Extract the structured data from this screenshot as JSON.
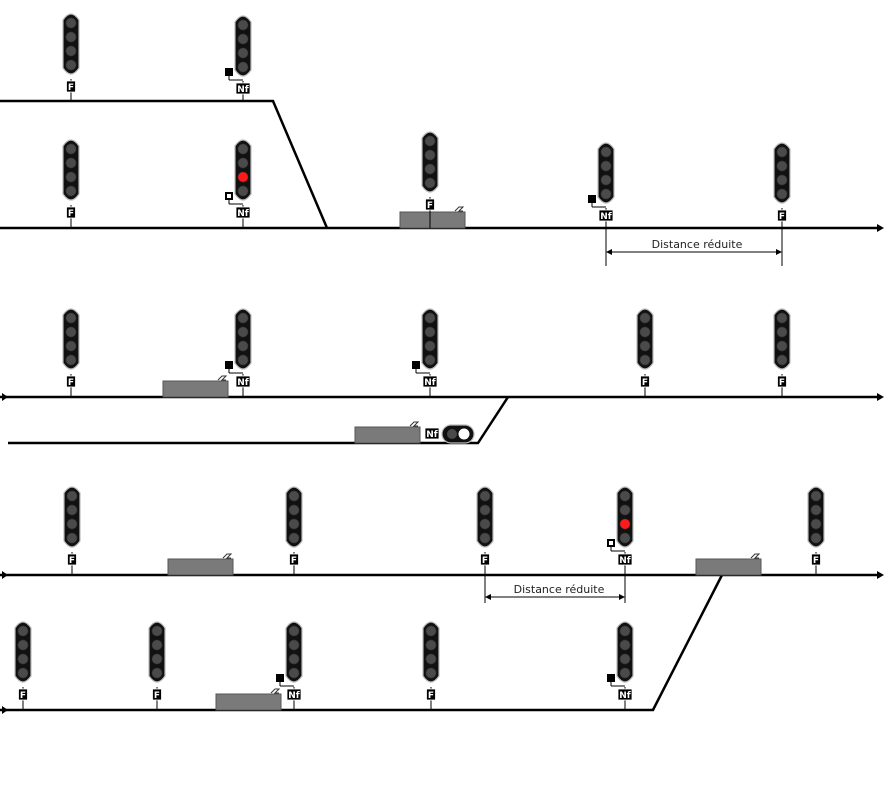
{
  "colors": {
    "track": "#000000",
    "signal_body": "#111111",
    "signal_outline": "#bbbbbb",
    "lamp_off": "#4a4a4a",
    "lamp_red": "#ff1a1a",
    "lamp_white": "#ffffff",
    "platform": "#7a7a7a",
    "plate_bg": "#000000",
    "plate_text": "#ffffff"
  },
  "plates": {
    "F": "F",
    "Nf": "Nf"
  },
  "distance_labels": [
    "Distance réduite",
    "Distance réduite"
  ],
  "scenarios": [
    {
      "id": "scenario-1",
      "signals": [
        {
          "plate": "F",
          "lit": []
        },
        {
          "plate": "Nf",
          "lit": [],
          "box": "filled"
        },
        {
          "plate": "F",
          "lit": []
        },
        {
          "plate": "Nf",
          "lit": [
            "red"
          ],
          "box": "outline"
        },
        {
          "plate": "F",
          "lit": []
        },
        {
          "plate": "Nf",
          "lit": [],
          "box": "filled"
        },
        {
          "plate": "F",
          "lit": []
        }
      ]
    },
    {
      "id": "scenario-2",
      "signals": [
        {
          "plate": "F",
          "lit": []
        },
        {
          "plate": "Nf",
          "lit": [],
          "box": "filled"
        },
        {
          "plate": "Nf",
          "lit": [],
          "box": "filled"
        },
        {
          "plate": "F",
          "lit": []
        },
        {
          "plate": "F",
          "lit": []
        },
        {
          "plate": "Nf",
          "lit": [
            "white"
          ]
        }
      ]
    },
    {
      "id": "scenario-3",
      "signals": [
        {
          "plate": "F",
          "lit": []
        },
        {
          "plate": "F",
          "lit": []
        },
        {
          "plate": "F",
          "lit": []
        },
        {
          "plate": "Nf",
          "lit": [
            "red"
          ],
          "box": "outline"
        },
        {
          "plate": "F",
          "lit": []
        },
        {
          "plate": "F",
          "lit": []
        },
        {
          "plate": "F",
          "lit": []
        },
        {
          "plate": "Nf",
          "lit": [],
          "box": "filled"
        },
        {
          "plate": "F",
          "lit": []
        },
        {
          "plate": "Nf",
          "lit": [],
          "box": "filled"
        }
      ]
    }
  ]
}
